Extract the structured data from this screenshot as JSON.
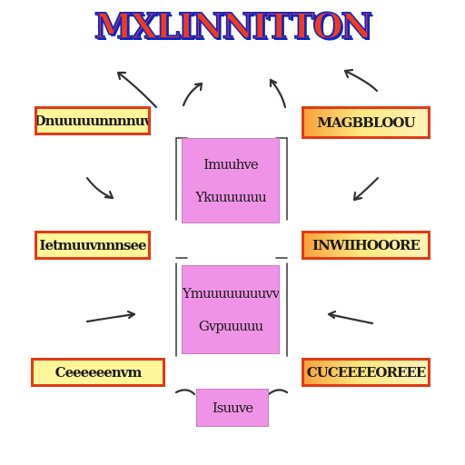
{
  "title": {
    "text": "MXLINNITTON",
    "color": "#f23a1a",
    "outline": "#0b24c8"
  },
  "left_boxes": [
    {
      "label": "Dnuuuuunnnnuv"
    },
    {
      "label": "Ietmuuvnnnsee"
    },
    {
      "label": "Ceeeeeenvm"
    }
  ],
  "right_boxes": [
    {
      "label": "MAGBBLOOU"
    },
    {
      "label": "INWIIHOOORE"
    },
    {
      "label": "CUCEEEEOREEE"
    }
  ],
  "center_boxes": [
    {
      "lines": [
        "Imuuhve",
        "Ykuuuuuuu"
      ]
    },
    {
      "lines": [
        "Ymuuuuuuuuvv",
        "Gvpuuuuu"
      ]
    },
    {
      "lines": [
        "Isuuve"
      ]
    }
  ],
  "colors": {
    "yellow_fill": "#fff69a",
    "orange_fill": "#f6a23a",
    "red_border": "#e23a16",
    "pink_fill": "#ef93e6"
  }
}
